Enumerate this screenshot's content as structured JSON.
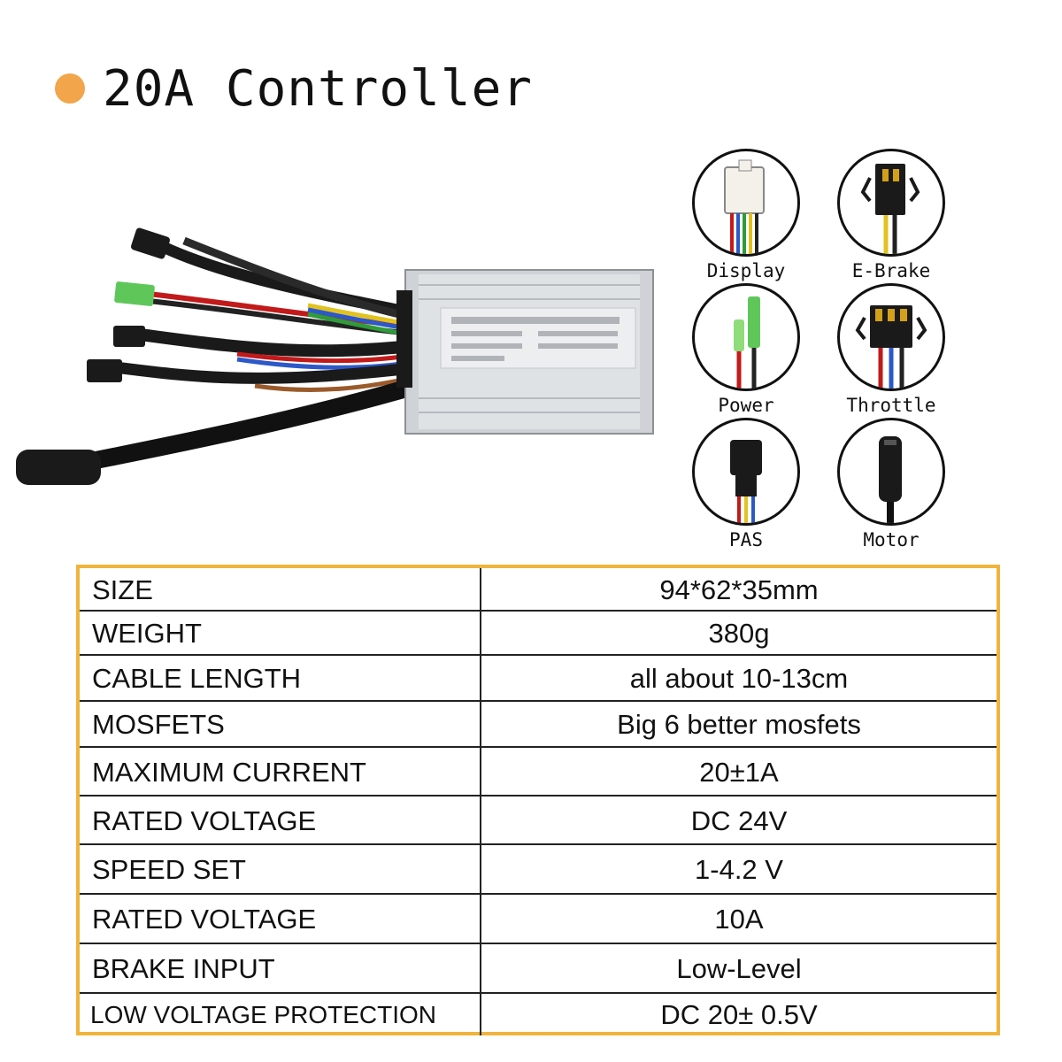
{
  "header": {
    "title": "20A Controller",
    "bullet_color": "#f2a54a"
  },
  "connectors": [
    {
      "label": "Display",
      "icon": "display-connector-icon"
    },
    {
      "label": "E-Brake",
      "icon": "ebrake-connector-icon"
    },
    {
      "label": "Power",
      "icon": "power-connector-icon"
    },
    {
      "label": "Throttle",
      "icon": "throttle-connector-icon"
    },
    {
      "label": "PAS",
      "icon": "pas-connector-icon"
    },
    {
      "label": "Motor",
      "icon": "motor-connector-icon"
    }
  ],
  "specs": [
    {
      "label": "SIZE",
      "value": "94*62*35mm"
    },
    {
      "label": "WEIGHT",
      "value": "380g"
    },
    {
      "label": "CABLE LENGTH",
      "value": "all about 10-13cm"
    },
    {
      "label": "MOSFETS",
      "value": "Big 6 better mosfets"
    },
    {
      "label": "MAXIMUM CURRENT",
      "value": "20±1A"
    },
    {
      "label": "RATED VOLTAGE",
      "value": "DC 24V"
    },
    {
      "label": "SPEED SET",
      "value": "1-4.2 V"
    },
    {
      "label": "RATED VOLTAGE",
      "value": "10A"
    },
    {
      "label": "BRAKE INPUT",
      "value": "Low-Level"
    },
    {
      "label": "LOW VOLTAGE PROTECTION",
      "value": "DC 20± 0.5V"
    }
  ],
  "colors": {
    "table_border": "#f0b43c",
    "text": "#111111"
  }
}
